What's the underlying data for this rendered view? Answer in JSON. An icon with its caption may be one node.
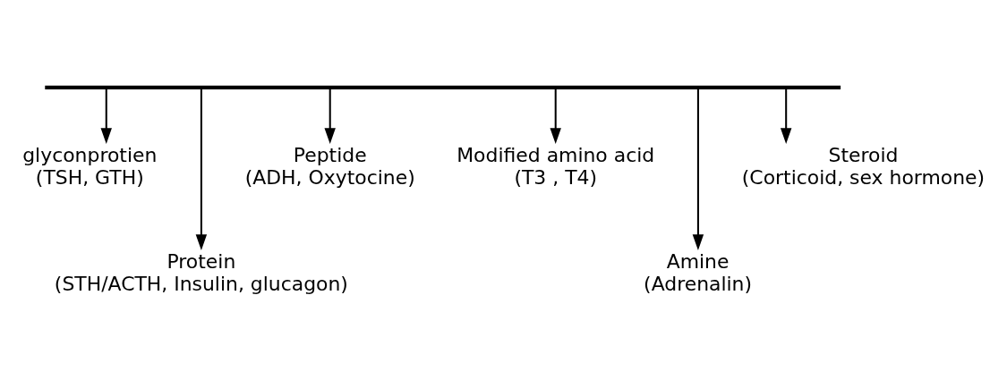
{
  "diagram": {
    "nodes": [
      {
        "text": [],
        "shape": "bar"
      },
      {
        "text": [
          "glyconprotien",
          "(TSH, GTH)"
        ]
      },
      {
        "text": [
          "Protein",
          "(STH/ACTH, Insulin, glucagon)"
        ]
      },
      {
        "text": [
          "Peptide",
          "(ADH, Oxytocine)"
        ]
      },
      {
        "text": [
          "Modified amino acid",
          "(T3 , T4)"
        ]
      },
      {
        "text": [
          "Amine",
          "(Adrenalin)"
        ]
      },
      {
        "text": [
          "Steroid",
          "(Corticoid, sex hormone)"
        ]
      }
    ],
    "edges": [
      {
        "from": 0,
        "to": 1,
        "arrow": "to"
      },
      {
        "from": 0,
        "to": 2,
        "arrow": "to"
      },
      {
        "from": 0,
        "to": 3,
        "arrow": "to"
      },
      {
        "from": 0,
        "to": 4,
        "arrow": "to"
      },
      {
        "from": 0,
        "to": 5,
        "arrow": "to"
      },
      {
        "from": 0,
        "to": 6,
        "arrow": "to"
      }
    ]
  }
}
